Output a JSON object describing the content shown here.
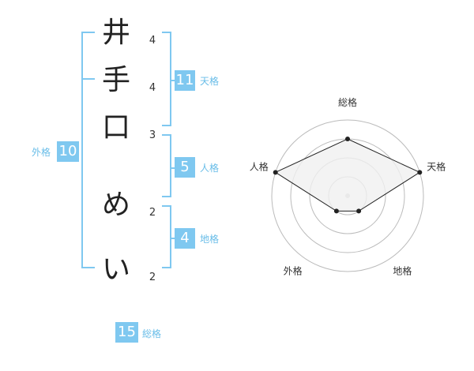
{
  "name_chars": [
    {
      "char": "井",
      "strokes": "4"
    },
    {
      "char": "手",
      "strokes": "4"
    },
    {
      "char": "口",
      "strokes": "3"
    },
    {
      "char": "め",
      "strokes": "2"
    },
    {
      "char": "い",
      "strokes": "2"
    }
  ],
  "fortune": {
    "tenkaku": {
      "value": "11",
      "label": "天格"
    },
    "jinkaku": {
      "value": "5",
      "label": "人格"
    },
    "chikaku": {
      "value": "4",
      "label": "地格"
    },
    "gaikaku": {
      "value": "10",
      "label": "外格"
    },
    "soukaku": {
      "value": "15",
      "label": "総格"
    }
  },
  "colors": {
    "accent": "#7fc8f0",
    "accent_text": "#69bde8",
    "radar_fill": "#f0f0f0",
    "radar_stroke": "#222222",
    "grid": "#bbbbbb"
  },
  "chart_data": {
    "type": "radar",
    "axes": [
      "総格",
      "天格",
      "地格",
      "外格",
      "人格"
    ],
    "rings": 4,
    "max": 4,
    "values": [
      3,
      4,
      1,
      1,
      4
    ]
  }
}
